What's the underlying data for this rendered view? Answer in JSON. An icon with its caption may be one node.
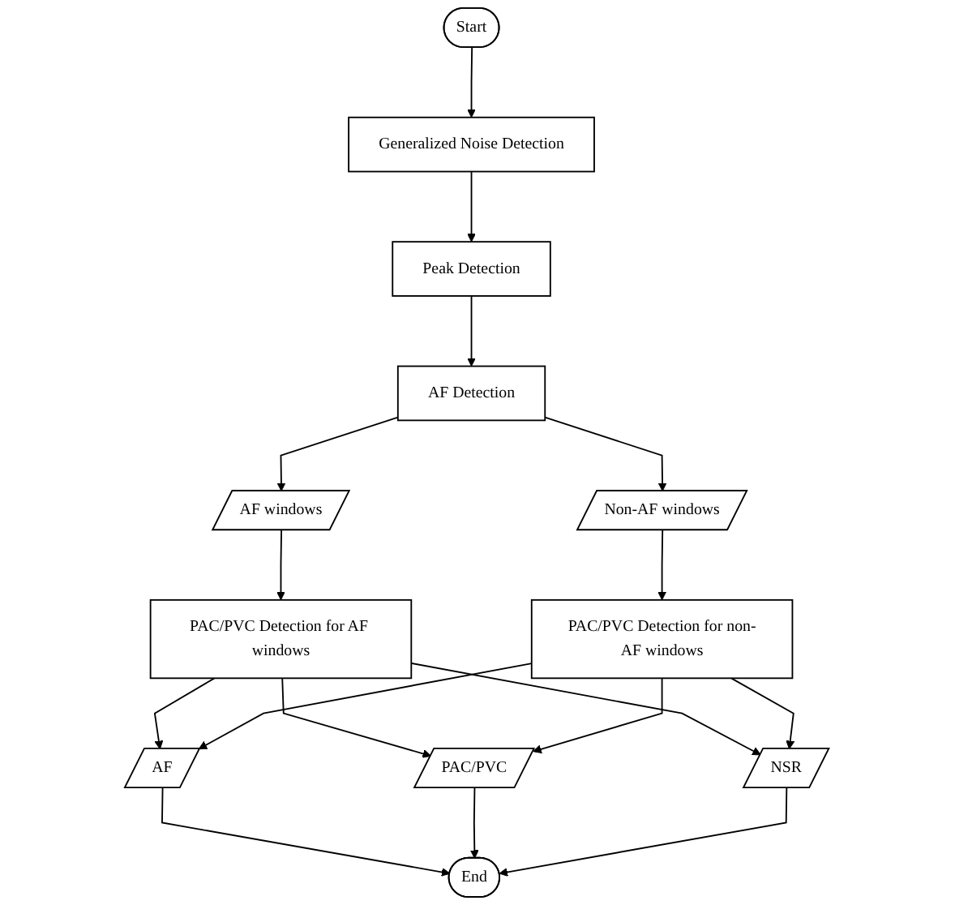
{
  "diagram": {
    "nodes": [
      {
        "text": [
          "Start"
        ]
      },
      {
        "text": [
          "Generalized Noise Detection"
        ]
      },
      {
        "text": [
          "Peak Detection"
        ]
      },
      {
        "text": [
          "AF Detection"
        ]
      },
      {
        "text": [
          "AF windows"
        ]
      },
      {
        "text": [
          "Non-AF windows"
        ]
      },
      {
        "text": [
          "PAC/PVC Detection for AF windows"
        ]
      },
      {
        "text": [
          "PAC/PVC Detection for non-AF windows"
        ]
      },
      {
        "text": [
          "AF"
        ]
      },
      {
        "text": [
          "PAC/PVC"
        ]
      },
      {
        "text": [
          "NSR"
        ]
      },
      {
        "text": [
          "End"
        ]
      }
    ],
    "edges": [
      {
        "from": 0,
        "to": 1,
        "arrow": "to"
      },
      {
        "from": 1,
        "to": 2,
        "arrow": "to"
      },
      {
        "from": 2,
        "to": 3,
        "arrow": "to"
      },
      {
        "from": 3,
        "to": 4,
        "arrow": "to"
      },
      {
        "from": 3,
        "to": 5,
        "arrow": "to"
      },
      {
        "from": 4,
        "to": 6,
        "arrow": "to"
      },
      {
        "from": 5,
        "to": 7,
        "arrow": "to"
      },
      {
        "from": 6,
        "to": 8,
        "arrow": "to"
      },
      {
        "from": 6,
        "to": 9,
        "arrow": "to"
      },
      {
        "from": 6,
        "to": 10,
        "arrow": "to"
      },
      {
        "from": 7,
        "to": 8,
        "arrow": "to"
      },
      {
        "from": 7,
        "to": 9,
        "arrow": "to"
      },
      {
        "from": 7,
        "to": 10,
        "arrow": "to"
      },
      {
        "from": 8,
        "to": 11,
        "arrow": "to"
      },
      {
        "from": 9,
        "to": 11,
        "arrow": "to"
      },
      {
        "from": 10,
        "to": 11,
        "arrow": "to"
      }
    ]
  }
}
